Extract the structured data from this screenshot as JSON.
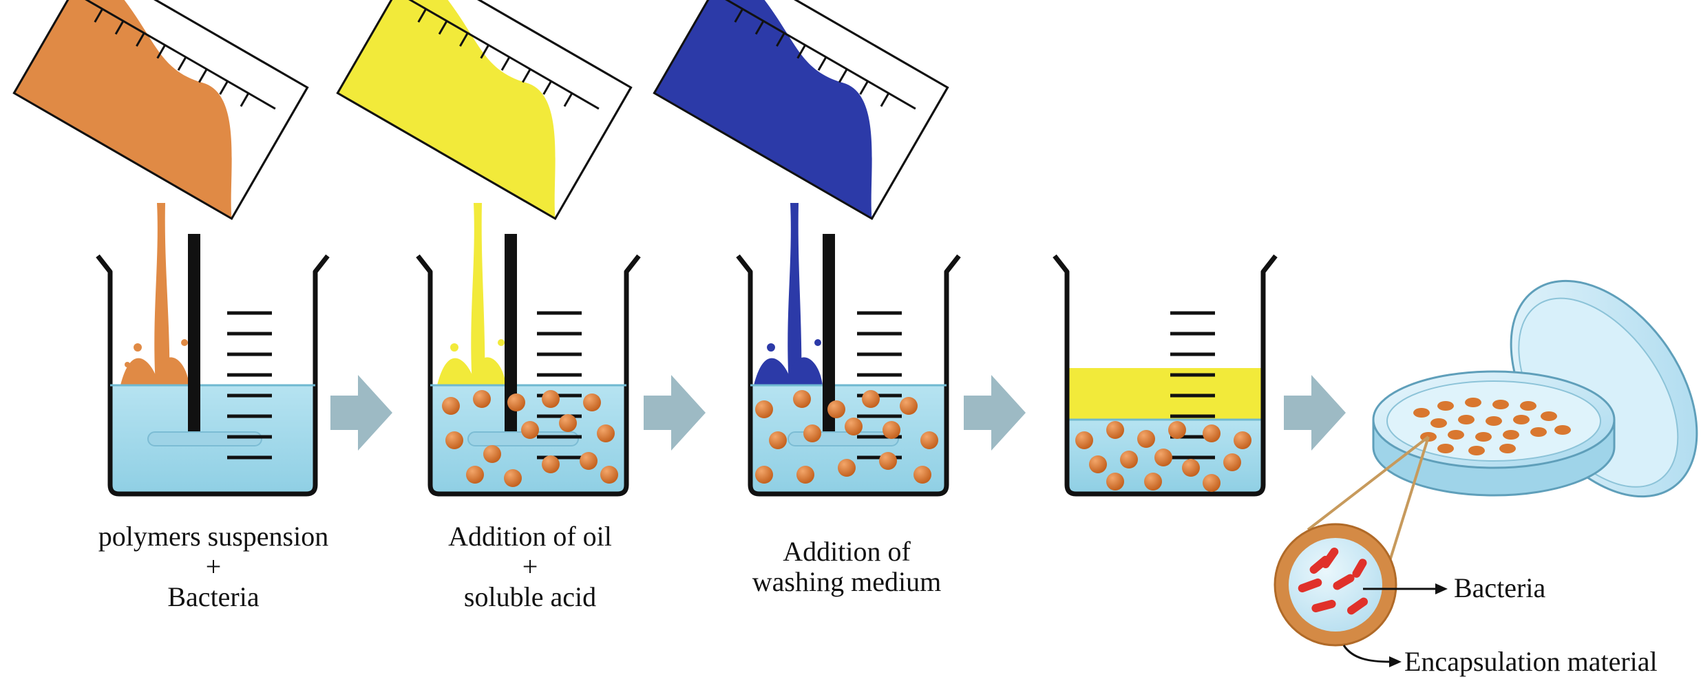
{
  "steps": [
    {
      "line1": "polymers suspension",
      "line2": "+",
      "line3": "Bacteria"
    },
    {
      "line1": "Addition of oil",
      "line2": "+",
      "line3": "soluble acid"
    },
    {
      "line1": "Addition of",
      "line2": "washing medium"
    }
  ],
  "callouts": {
    "bacteria": "Bacteria",
    "encapsulation": "Encapsulation material"
  },
  "colors": {
    "polymer": "#e08a45",
    "oil": "#f2ea3a",
    "washing": "#2c3aa8",
    "water": "#a9dcec",
    "bead": "#d9772f",
    "bacteria": "#e0312a",
    "arrow": "#9dbac4",
    "ring": "#c79a5c"
  },
  "icons": [
    "beaker-icon",
    "pouring-beaker-icon",
    "stirrer-icon",
    "process-arrow-icon",
    "petri-dish-icon",
    "magnified-bead-icon"
  ]
}
